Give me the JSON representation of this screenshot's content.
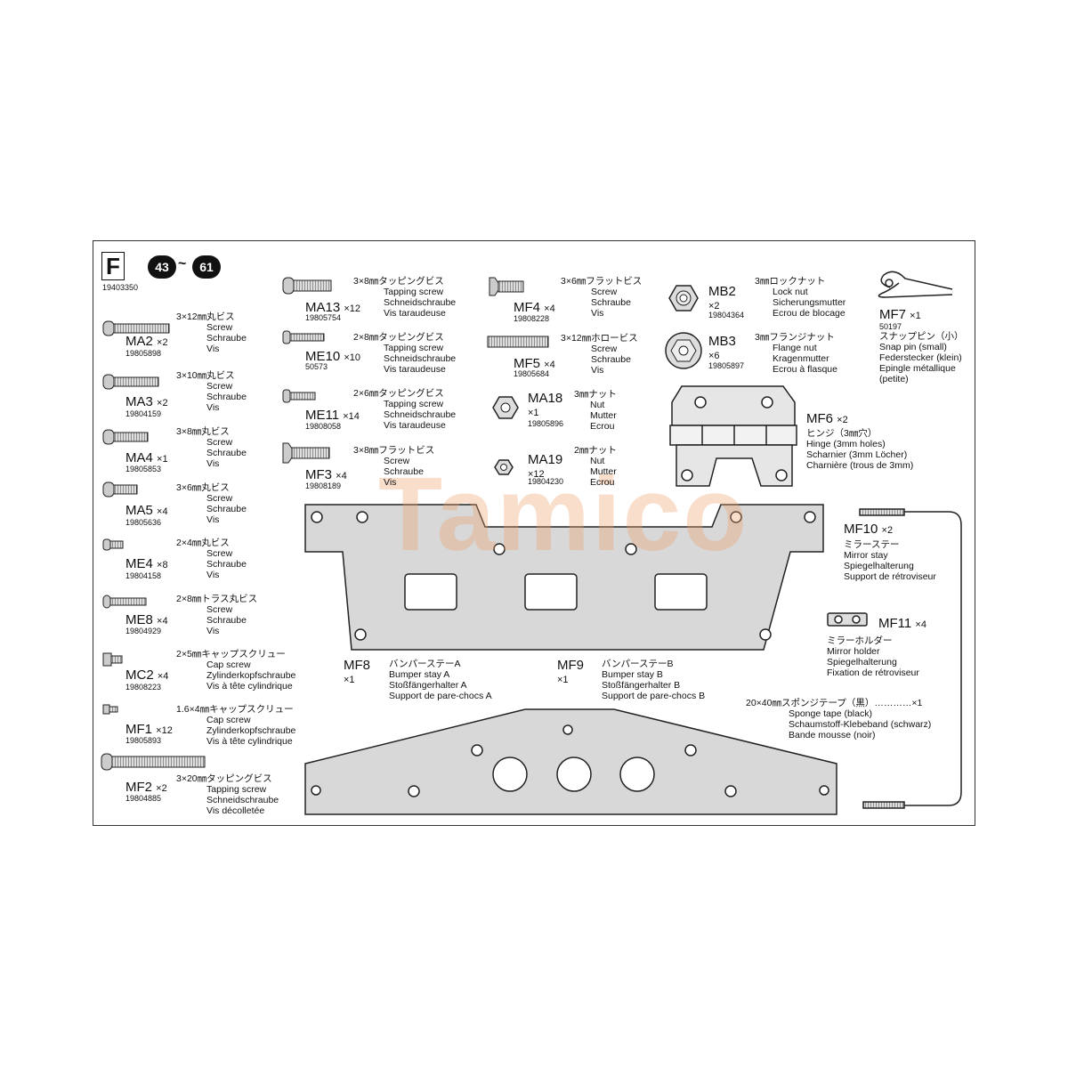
{
  "sheet": {
    "letter": "F",
    "step_from": "43",
    "range_sep": "~",
    "step_to": "61",
    "part_no": "19403350",
    "watermark": "Tamico"
  },
  "parts": [
    {
      "id": "ma2",
      "code": "MA2",
      "qty": "×2",
      "pn": "19805898",
      "desc": [
        "3×12㎜丸ビス",
        "Screw",
        "Schraube",
        "Vis"
      ]
    },
    {
      "id": "ma3",
      "code": "MA3",
      "qty": "×2",
      "pn": "19804159",
      "desc": [
        "3×10㎜丸ビス",
        "Screw",
        "Schraube",
        "Vis"
      ]
    },
    {
      "id": "ma4",
      "code": "MA4",
      "qty": "×1",
      "pn": "19805853",
      "desc": [
        "3×8㎜丸ビス",
        "Screw",
        "Schraube",
        "Vis"
      ]
    },
    {
      "id": "ma5",
      "code": "MA5",
      "qty": "×4",
      "pn": "19805636",
      "desc": [
        "3×6㎜丸ビス",
        "Screw",
        "Schraube",
        "Vis"
      ]
    },
    {
      "id": "me4",
      "code": "ME4",
      "qty": "×8",
      "pn": "19804158",
      "desc": [
        "2×4㎜丸ビス",
        "Screw",
        "Schraube",
        "Vis"
      ]
    },
    {
      "id": "me8",
      "code": "ME8",
      "qty": "×4",
      "pn": "19804929",
      "desc": [
        "2×8㎜トラス丸ビス",
        "Screw",
        "Schraube",
        "Vis"
      ]
    },
    {
      "id": "mc2",
      "code": "MC2",
      "qty": "×4",
      "pn": "19808223",
      "desc": [
        "2×5㎜キャップスクリュー",
        "Cap screw",
        "Zylinderkopfschraube",
        "Vis à tête cylindrique"
      ]
    },
    {
      "id": "mf1",
      "code": "MF1",
      "qty": "×12",
      "pn": "19805893",
      "desc": [
        "1.6×4㎜キャップスクリュー",
        "Cap screw",
        "Zylinderkopfschraube",
        "Vis à tête cylindrique"
      ]
    },
    {
      "id": "mf2",
      "code": "MF2",
      "qty": "×2",
      "pn": "19804885",
      "desc": [
        "3×20㎜タッピングビス",
        "Tapping screw",
        "Schneidschraube",
        "Vis décolletée"
      ]
    },
    {
      "id": "ma13",
      "code": "MA13",
      "qty": "×12",
      "pn": "19805754",
      "desc": [
        "3×8㎜タッピングビス",
        "Tapping screw",
        "Schneidschraube",
        "Vis taraudeuse"
      ]
    },
    {
      "id": "me10",
      "code": "ME10",
      "qty": "×10",
      "pn": "50573",
      "desc": [
        "2×8㎜タッピングビス",
        "Tapping screw",
        "Schneidschraube",
        "Vis taraudeuse"
      ]
    },
    {
      "id": "me11",
      "code": "ME11",
      "qty": "×14",
      "pn": "19808058",
      "desc": [
        "2×6㎜タッピングビス",
        "Tapping screw",
        "Schneidschraube",
        "Vis taraudeuse"
      ]
    },
    {
      "id": "mf3",
      "code": "MF3",
      "qty": "×4",
      "pn": "19808189",
      "desc": [
        "3×8㎜フラットビス",
        "Screw",
        "Schraube",
        "Vis"
      ]
    },
    {
      "id": "mf4",
      "code": "MF4",
      "qty": "×4",
      "pn": "19808228",
      "desc": [
        "3×6㎜フラットビス",
        "Screw",
        "Schraube",
        "Vis"
      ]
    },
    {
      "id": "mf5",
      "code": "MF5",
      "qty": "×4",
      "pn": "19805684",
      "desc": [
        "3×12㎜ホロービス",
        "Screw",
        "Schraube",
        "Vis"
      ]
    },
    {
      "id": "ma18",
      "code": "MA18",
      "qty": "×1",
      "pn": "19805896",
      "desc": [
        "3㎜ナット",
        "Nut",
        "Mutter",
        "Ecrou"
      ]
    },
    {
      "id": "ma19",
      "code": "MA19",
      "qty": "×12",
      "pn": "19804230",
      "desc": [
        "2㎜ナット",
        "Nut",
        "Mutter",
        "Ecrou"
      ]
    },
    {
      "id": "mb2",
      "code": "MB2",
      "qty": "×2",
      "pn": "19804364",
      "desc": [
        "3㎜ロックナット",
        "Lock nut",
        "Sicherungsmutter",
        "Ecrou de blocage"
      ]
    },
    {
      "id": "mb3",
      "code": "MB3",
      "qty": "×6",
      "pn": "19805897",
      "desc": [
        "3㎜フランジナット",
        "Flange nut",
        "Kragenmutter",
        "Ecrou à flasque"
      ]
    },
    {
      "id": "mf7",
      "code": "MF7",
      "qty": "×1",
      "pn": "50197",
      "desc": [
        "スナップピン（小）",
        "Snap pin (small)",
        "Federstecker (klein)",
        "Epingle métallique",
        "(petite)"
      ]
    },
    {
      "id": "mf6",
      "code": "MF6",
      "qty": "×2",
      "pn": "",
      "desc": [
        "ヒンジ（3㎜穴）",
        "Hinge (3mm holes)",
        "Scharnier (3mm Löcher)",
        "Charnière (trous de 3mm)"
      ]
    },
    {
      "id": "mf10",
      "code": "MF10",
      "qty": "×2",
      "pn": "",
      "desc": [
        "ミラーステー",
        "Mirror stay",
        "Spiegelhalterung",
        "Support de rétroviseur"
      ]
    },
    {
      "id": "mf11",
      "code": "MF11",
      "qty": "×4",
      "pn": "",
      "desc": [
        "ミラーホルダー",
        "Mirror holder",
        "Spiegelhalterung",
        "Fixation de rétroviseur"
      ]
    },
    {
      "id": "mf8",
      "code": "MF8",
      "qty": "×1",
      "pn": "",
      "desc": [
        "バンパーステーA",
        "Bumper stay A",
        "Stoßfängerhalter A",
        "Support de pare-chocs A"
      ]
    },
    {
      "id": "mf9",
      "code": "MF9",
      "qty": "×1",
      "pn": "",
      "desc": [
        "バンパーステーB",
        "Bumper stay B",
        "Stoßfängerhalter B",
        "Support de pare-chocs B"
      ]
    }
  ],
  "sponge": {
    "desc": [
      "20×40㎜スポンジテープ（黒）…………×1",
      "Sponge tape (black)",
      "Schaumstoff-Klebeband (schwarz)",
      "Bande mousse (noir)"
    ]
  }
}
